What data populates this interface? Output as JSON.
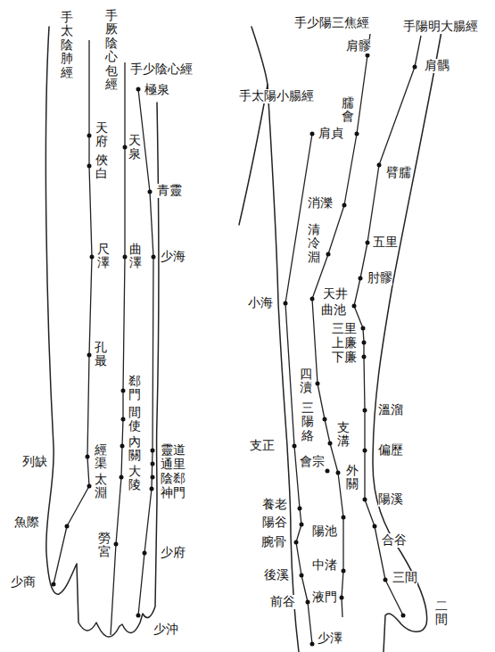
{
  "diagram": {
    "labels": [
      "手太陰肺經",
      "手厥陰心包經",
      "手少陰心經",
      "極泉",
      "天泉",
      "天府",
      "俠白",
      "青靈",
      "尺澤",
      "曲澤",
      "少海",
      "孔最",
      "郄門",
      "間使",
      "內關",
      "大陵",
      "列缺",
      "經渠",
      "太淵",
      "靈道",
      "通里",
      "陰郄",
      "神門",
      "魚際",
      "勞宮",
      "少府",
      "少商",
      "少沖",
      "手少陽三焦經",
      "肩髎",
      "手陽明大腸經",
      "肩髃",
      "手太陽小腸經",
      "肩貞",
      "臑會",
      "臂臑",
      "消濼",
      "清冷淵",
      "五里",
      "肘髎",
      "天井",
      "小海",
      "曲池",
      "三里",
      "上廉",
      "下廉",
      "四瀆",
      "三陽絡",
      "溫溜",
      "支正",
      "支溝",
      "會宗",
      "外關",
      "偏歷",
      "養老",
      "陽溪",
      "陽谷",
      "陽池",
      "腕骨",
      "合谷",
      "後溪",
      "中渚",
      "三間",
      "前谷",
      "液門",
      "二間",
      "少澤"
    ]
  }
}
